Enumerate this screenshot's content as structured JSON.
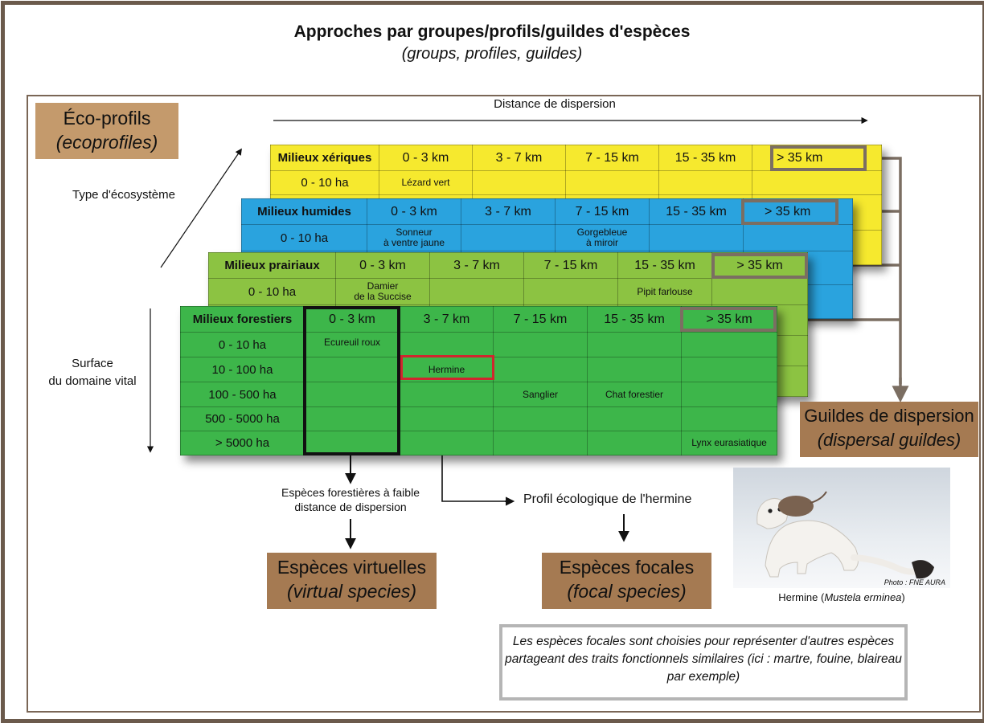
{
  "title": {
    "main": "Approches par groupes/profils/guildes d'espèces",
    "sub": "(groups, profiles, guildes)"
  },
  "ecoprofils": {
    "fr": "Éco-profils",
    "en": "(ecoprofiles)"
  },
  "guildes": {
    "fr": "Guildes de dispersion",
    "en": "(dispersal guildes)"
  },
  "virtuelles": {
    "fr": "Espèces virtuelles",
    "en": "(virtual species)"
  },
  "focales": {
    "fr": "Espèces focales",
    "en": "(focal species)"
  },
  "axes": {
    "dispersion": "Distance de dispersion",
    "ecosysteme": "Type d'écosystème",
    "surface_l1": "Surface",
    "surface_l2": "du domaine vital"
  },
  "distance_columns": [
    "0 - 3 km",
    "3 - 7 km",
    "7 - 15 km",
    "15 - 35 km",
    "> 35 km"
  ],
  "tables": {
    "xeriques": {
      "name": "Milieux xériques",
      "rows": [
        {
          "label": "0 - 10 ha",
          "cells": [
            "Lézard vert",
            "",
            "",
            "",
            ""
          ]
        }
      ]
    },
    "humides": {
      "name": "Milieux humides",
      "rows": [
        {
          "label": "0 - 10 ha",
          "cells": [
            "Sonneur\nà ventre jaune",
            "",
            "Gorgebleue\nà miroir",
            "",
            ""
          ]
        }
      ]
    },
    "prairiaux": {
      "name": "Milieux prairiaux",
      "rows": [
        {
          "label": "0 - 10 ha",
          "cells": [
            "Damier\nde la Succise",
            "",
            "",
            "Pipit farlouse",
            ""
          ]
        }
      ]
    },
    "forestiers": {
      "name": "Milieux forestiers",
      "rows": [
        {
          "label": "0 - 10 ha",
          "cells": [
            "Ecureuil roux",
            "",
            "",
            "",
            ""
          ]
        },
        {
          "label": "10 - 100 ha",
          "cells": [
            "",
            "Hermine",
            "",
            "",
            ""
          ]
        },
        {
          "label": "100 - 500 ha",
          "cells": [
            "",
            "",
            "Sanglier",
            "Chat forestier",
            ""
          ]
        },
        {
          "label": "500 - 5000 ha",
          "cells": [
            "",
            "",
            "",
            "",
            ""
          ]
        },
        {
          "label": "> 5000 ha",
          "cells": [
            "",
            "",
            "",
            "",
            "Lynx eurasiatique"
          ]
        }
      ]
    }
  },
  "labels": {
    "forestieres_l1": "Espèces forestières à faible",
    "forestieres_l2": "distance de dispersion",
    "profil": "Profil écologique de l'hermine",
    "photo_credit": "Photo : FNE AURA",
    "hermine_caption_prefix": "Hermine (",
    "hermine_caption_latin": "Mustela erminea",
    "hermine_caption_suffix": ")"
  },
  "note": "Les espèces focales sont choisies pour représenter d'autres espèces partageant des traits fonctionnels similaires (ici : martre, fouine, blaireau par exemple)",
  "colors": {
    "frame": "#6b5a4c",
    "box_light": "#c49a6c",
    "box_dark": "#a57a52",
    "xeriques": "#f6e92e",
    "humides": "#2aa3de",
    "prairiaux": "#8cc342",
    "forestiers": "#3db64a",
    "guild_connector": "#7b6e62",
    "hermine_highlight": "#d0262e"
  }
}
